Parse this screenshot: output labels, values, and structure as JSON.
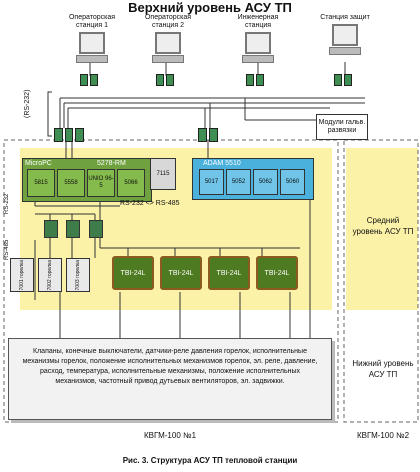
{
  "title": "Верхний уровень АСУ ТП",
  "stations": [
    {
      "label": "Операторская станция 1"
    },
    {
      "label": "Операторская станция 2"
    },
    {
      "label": "Инженерная станция"
    },
    {
      "label": "Станция защит"
    }
  ],
  "rs232_vertical": "(RS-232)",
  "isolation_modules": "Модули гальв. развязки",
  "micropc": {
    "brand": "MicroPC",
    "model": "5278-RM",
    "modules": [
      "5815",
      "5558",
      "UNIO 96-5",
      "5066"
    ],
    "extra": "7115"
  },
  "adam": {
    "title": "ADAM 5510",
    "modules": [
      "5017",
      "5052",
      "5062",
      "5060"
    ]
  },
  "rs_converter": "RS-232 <> RS-485",
  "rs232_side": "RS-232",
  "rs485_side": "RS-485",
  "devices": [
    {
      "label": "7001 горелка"
    },
    {
      "label": "7002 горелка"
    },
    {
      "label": "7003 горелка"
    }
  ],
  "tbi_modules": [
    "TBI-24L",
    "TBI-24L",
    "TBI-24L",
    "TBI-24L"
  ],
  "middle_level": "Средний уровень АСУ ТП",
  "lower_level": "Нижний уровень АСУ ТП",
  "field_text": "Клапаны, конечные выключатели, датчики-реле давления горелок, исполнительные механизмы горелок, положение исполнительных механизмов горелок, эл. реле, давление, расход, температура, исполнительные механизмы, положение исполнительных механизмов, частотный привод дутьевых вентиляторов, эл. задвижки.",
  "kvgm1": "КВГМ-100 №1",
  "kvgm2": "КВГМ-100 №2",
  "caption": "Рис. 3. Структура АСУ ТП тепловой станции",
  "colors": {
    "yellow": "#fbf2a8",
    "micropc": "#6fa23f",
    "adam": "#4ab0dc",
    "tbi": "#4e7a22",
    "tbi_border": "#8a5a1e",
    "device": "#e9e9e9"
  }
}
